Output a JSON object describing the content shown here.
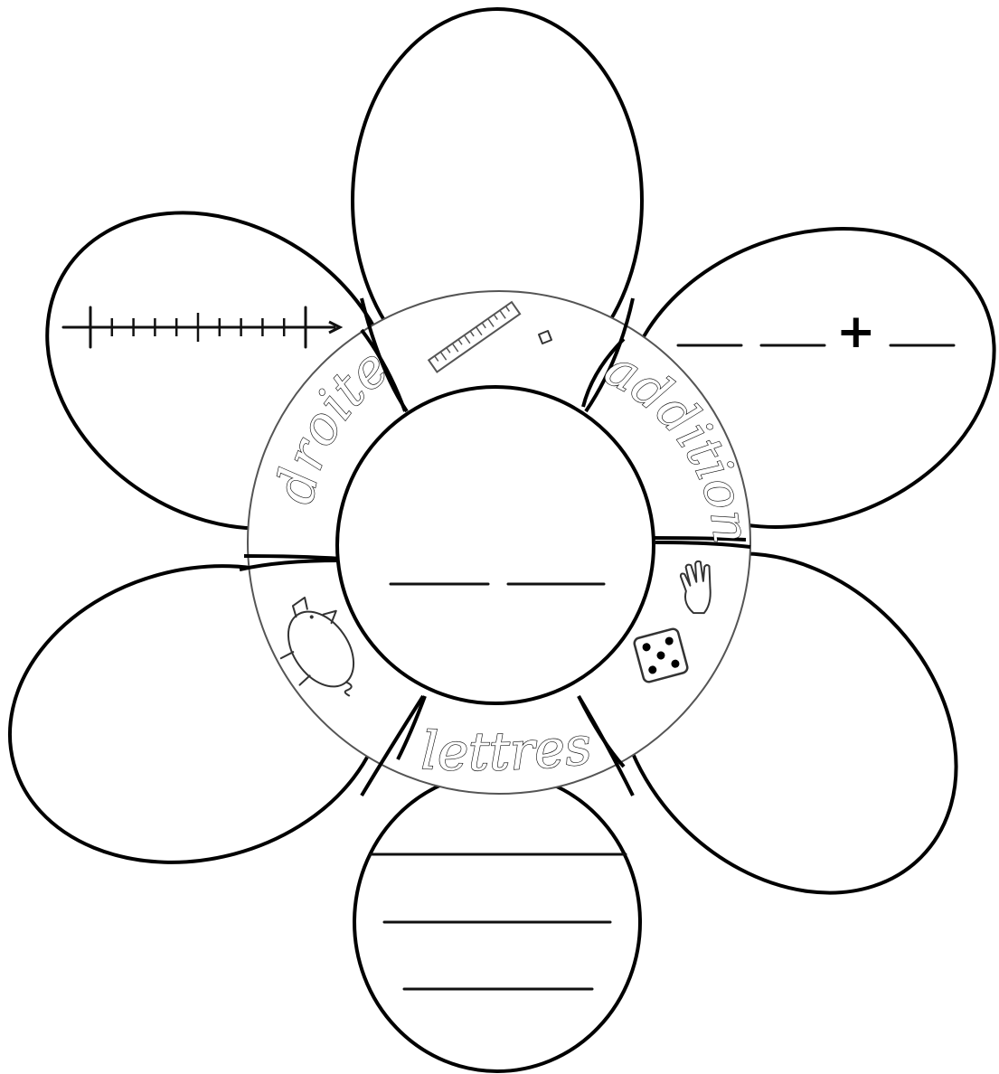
{
  "ring_labels": {
    "top_left": "droite",
    "top_right": "addition",
    "bottom": "lettres"
  },
  "addition_symbol": "+",
  "icons": {
    "ruler": "ruler-icon",
    "eraser": "eraser-icon",
    "hand": "hand-icon",
    "dice": "dice-icon",
    "pig": "pig-icon",
    "number_line": "number-line-icon"
  },
  "colors": {
    "outline": "#000000",
    "ring_outline": "#555555",
    "background": "#ffffff"
  }
}
